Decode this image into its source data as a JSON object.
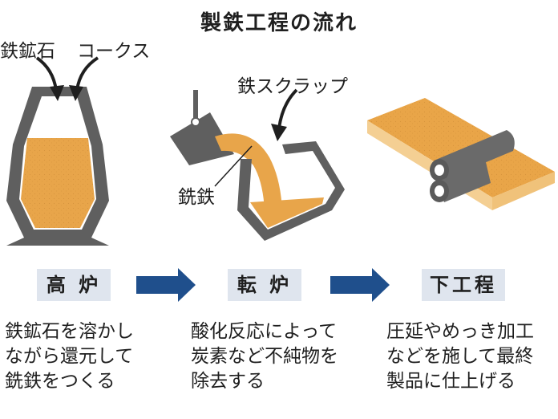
{
  "title": "製鉄工程の流れ",
  "inputs": {
    "iron_ore": "鉄鉱石",
    "coke": "コークス",
    "scrap": "鉄スクラップ",
    "pig_iron": "銑鉄"
  },
  "stages": [
    {
      "label": "高 炉",
      "description": "鉄鉱石を溶かし\nながら還元して\n銑鉄をつくる"
    },
    {
      "label": "転 炉",
      "description": "酸化反応によって\n炭素など不純物を\n除去する"
    },
    {
      "label": "下工程",
      "description": "圧延やめっき加工\nなどを施して最終\n製品に仕上げる"
    }
  ],
  "colors": {
    "molten": "#e8a54a",
    "furnace_gray": "#5f5f5f",
    "arrow_blue": "#1f4f8c",
    "label_bg": "#dfe5ee",
    "steel_top": "#e9a548",
    "steel_side": "#f4cf93",
    "roller": "#6a6a6a"
  }
}
